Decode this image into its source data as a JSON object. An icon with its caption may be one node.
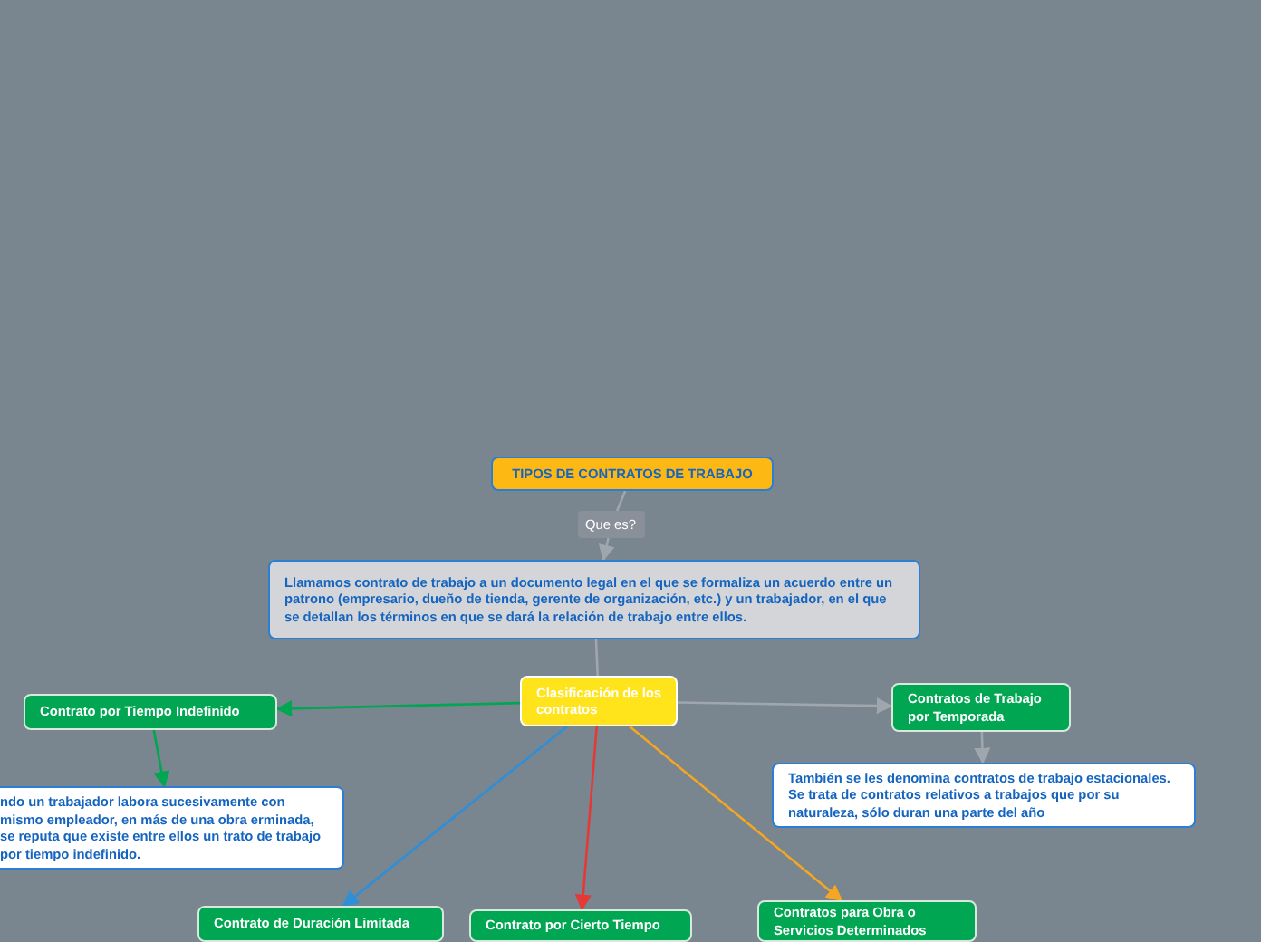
{
  "diagram": {
    "nodes": [
      {
        "text": [
          "TIPOS DE CONTRATOS DE TRABAJO"
        ]
      },
      {
        "text": [
          "Que es?"
        ]
      },
      {
        "text": [
          "Llamamos contrato de trabajo a un documento legal en el que se formaliza un acuerdo entre un patrono (empresario, dueño de tienda, gerente de organización, etc.) y un trabajador, en el que se detallan los términos en que se dará la relación de trabajo entre ellos."
        ]
      },
      {
        "text": [
          "Clasificación de los contratos"
        ]
      },
      {
        "text": [
          "Contrato por Tiempo Indefinido"
        ]
      },
      {
        "text": [
          "ndo un trabajador labora sucesivamente con mismo empleador, en más de una obra erminada, se reputa que existe entre ellos un trato de trabajo por tiempo indefinido."
        ]
      },
      {
        "text": [
          "Contratos de Trabajo por Temporada"
        ]
      },
      {
        "text": [
          "También se les denomina contratos de trabajo estacionales. Se trata de contratos relativos a trabajos que por su naturaleza, sólo duran una parte del año"
        ]
      },
      {
        "text": [
          "Contrato de Duración Limitada"
        ]
      },
      {
        "text": [
          "Contrato por Cierto Tiempo"
        ]
      },
      {
        "text": [
          "Contratos para Obra o Servicios Determinados"
        ]
      }
    ],
    "edges": [
      {
        "from": 0,
        "to": 1,
        "arrow": "none"
      },
      {
        "from": 1,
        "to": 2,
        "arrow": "to"
      },
      {
        "from": 2,
        "to": 3,
        "arrow": "none"
      },
      {
        "from": 3,
        "to": 4,
        "arrow": "to",
        "color": "#00a651"
      },
      {
        "from": 4,
        "to": 5,
        "arrow": "to",
        "color": "#00a651"
      },
      {
        "from": 3,
        "to": 6,
        "arrow": "to"
      },
      {
        "from": 6,
        "to": 7,
        "arrow": "to"
      },
      {
        "from": 3,
        "to": 8,
        "arrow": "to",
        "color": "#2e8fd8"
      },
      {
        "from": 3,
        "to": 9,
        "arrow": "to",
        "color": "#e53935"
      },
      {
        "from": 3,
        "to": 10,
        "arrow": "to",
        "color": "#f5a623"
      }
    ]
  }
}
